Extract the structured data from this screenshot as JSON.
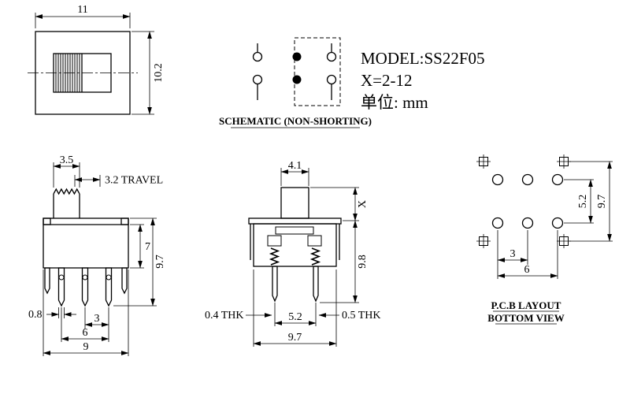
{
  "header": {
    "model": "MODEL:SS22F05",
    "x_range": "X=2-12",
    "unit": "单位: mm"
  },
  "schematic": {
    "caption": "SCHEMATIC (NON-SHORTING)"
  },
  "top_view": {
    "dim_width": "11",
    "dim_height": "10.2"
  },
  "front_view": {
    "dim_knob_width": "3.5",
    "dim_travel": "3.2 TRAVEL",
    "dim_body_height": "7",
    "dim_overall_height": "9.7",
    "dim_pin_width": "0.8",
    "dim_pin_pitch": "3",
    "dim_pin_span": "6",
    "dim_body_width": "9"
  },
  "side_view": {
    "dim_knob_width": "4.1",
    "dim_knob_height": "X",
    "dim_height": "9.8",
    "dim_thk_left": "0.4 THK",
    "dim_pin_span": "5.2",
    "dim_thk_right": "0.5 THK",
    "dim_overall_width": "9.7"
  },
  "pcb_layout": {
    "dim_row_pitch": "5.2",
    "dim_overall": "9.7",
    "dim_hole_pitch": "3",
    "dim_hole_span": "6",
    "caption_line1": "P.C.B LAYOUT",
    "caption_line2": "BOTTOM VIEW"
  },
  "colors": {
    "line": "#000000",
    "background": "#ffffff"
  }
}
